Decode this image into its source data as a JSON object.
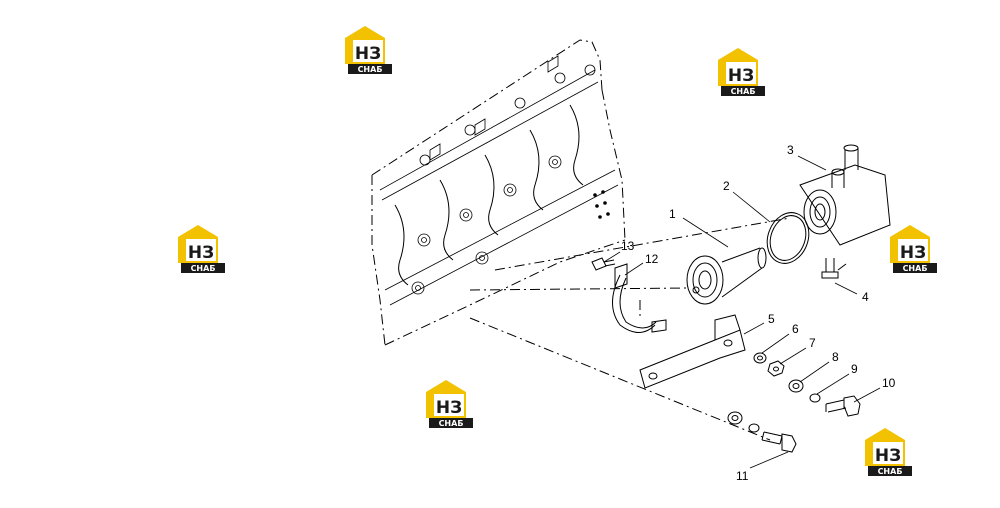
{
  "watermark": {
    "logo_letters": "НЗ",
    "logo_caption": "СНАБ",
    "colors": {
      "yellow": "#f2c200",
      "black": "#1a1a1a",
      "white": "#ffffff"
    }
  },
  "callouts": {
    "p1": "1",
    "p2": "2",
    "p3": "3",
    "p4": "4",
    "p5": "5",
    "p6": "6",
    "p7": "7",
    "p8": "8",
    "p9": "9",
    "p10": "10",
    "p11": "11",
    "p12": "12",
    "p13": "13"
  }
}
